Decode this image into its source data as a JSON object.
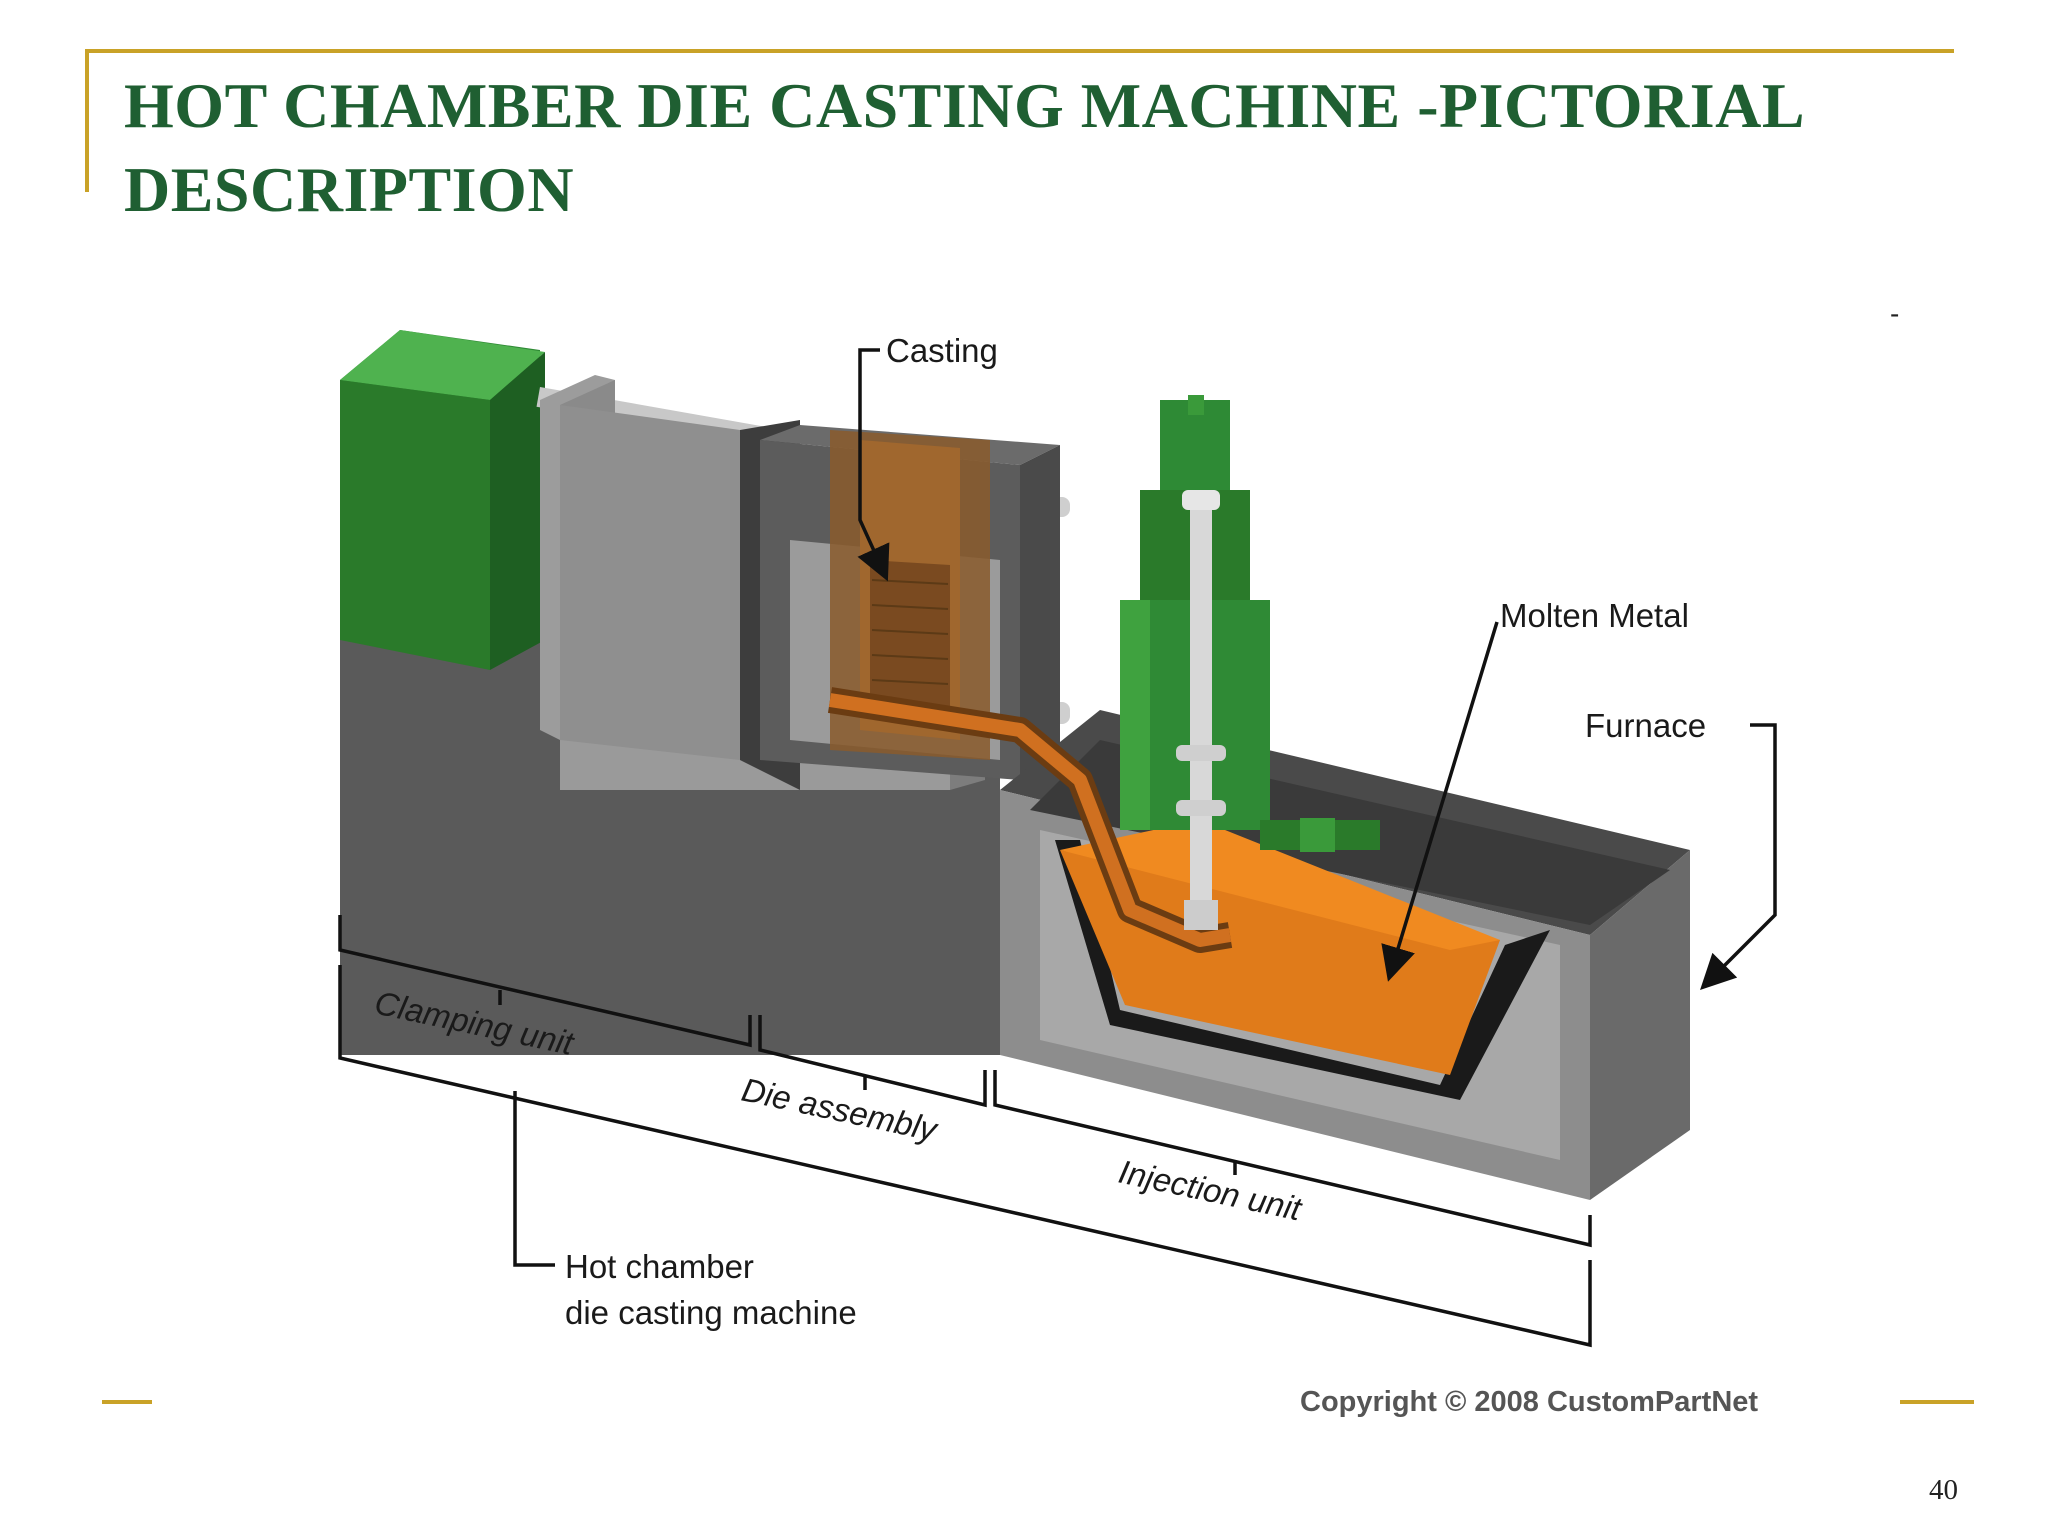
{
  "slide": {
    "title_line1": "HOT CHAMBER DIE CASTING MACHINE -PICTORIAL",
    "title_line2": "DESCRIPTION",
    "page_number": "40",
    "stray_mark": "-",
    "accent_color": "#c9a227",
    "title_color": "#1f5f32"
  },
  "diagram": {
    "labels": {
      "casting": "Casting",
      "molten_metal": "Molten Metal",
      "furnace": "Furnace",
      "clamping_unit": "Clamping unit",
      "die_assembly": "Die assembly",
      "injection_unit": "Injection unit",
      "machine_line1": "Hot chamber",
      "machine_line2": "die casting machine"
    },
    "copyright": "Copyright © 2008 CustomPartNet",
    "colors": {
      "machine_green": "#2a7a2a",
      "molten_orange": "#e07b1a",
      "die_brown": "#8a5a2b",
      "base_gray": "#6e6e6e"
    }
  }
}
